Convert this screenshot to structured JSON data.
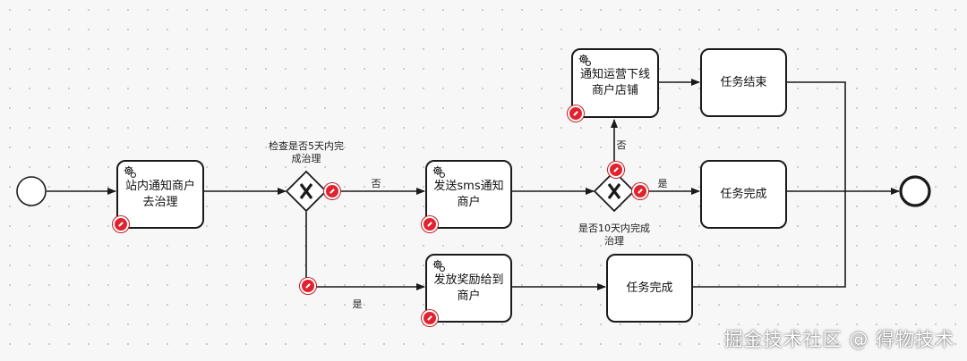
{
  "tasks": {
    "notify_merchant": "站内通知商户\n去治理",
    "send_sms": "发送sms通知\n商户",
    "send_reward": "发放奖励给到\n商户",
    "notify_ops": "通知运营下线\n商户店铺",
    "task_end": "任务结束",
    "task_done_1": "任务完成",
    "task_done_2": "任务完成"
  },
  "gateways": {
    "check_5_days": "检查是否5天内完\n成治理",
    "check_10_days": "是否10天内完成\n治理"
  },
  "flows": {
    "no_1": "否",
    "yes_1": "是",
    "no_2": "否",
    "yes_2": "是"
  },
  "watermark": "掘金技术社区 @ 得物技术",
  "colors": {
    "stroke": "#1a1a1a",
    "error": "#e0232e"
  }
}
